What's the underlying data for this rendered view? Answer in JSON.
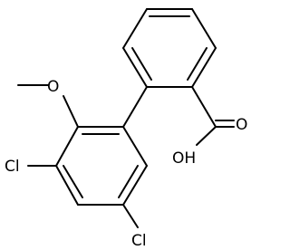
{
  "molecule": {
    "atom_labels": {
      "methoxy_oxygen": "O",
      "chlorine_upper": "Cl",
      "chlorine_lower": "Cl",
      "carbonyl_oxygen": "O",
      "hydroxyl": "OH"
    },
    "colors": {
      "bond": "#000000",
      "text": "#000000",
      "background": "#ffffff"
    }
  }
}
